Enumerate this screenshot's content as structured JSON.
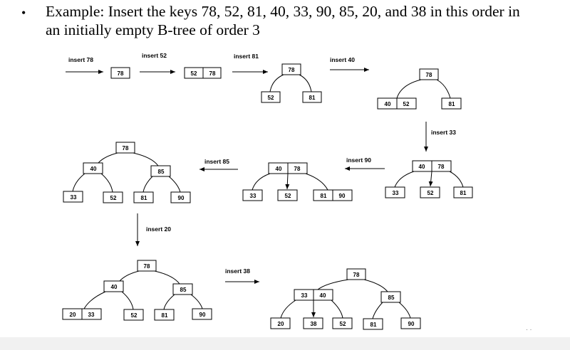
{
  "slide": {
    "bullet": "•",
    "heading_line1": "Example: Insert the keys 78, 52, 81, 40, 33, 90, 85, 20, and 38 in this order in",
    "heading_line2": "an initially empty B-tree of order 3",
    "footer_mark": "· ·"
  },
  "steps": [
    "insert 78",
    "insert 52",
    "insert 81",
    "insert 40",
    "insert 33",
    "insert 90",
    "insert 85",
    "insert 20",
    "insert 38"
  ],
  "keys": {
    "k78": "78",
    "k52": "52",
    "k81": "81",
    "k40": "40",
    "k33": "33",
    "k90": "90",
    "k85": "85",
    "k20": "20",
    "k38": "38"
  },
  "colors": {
    "background": "#ffffff",
    "ink": "#000000",
    "footer": "#f1f1f1"
  }
}
